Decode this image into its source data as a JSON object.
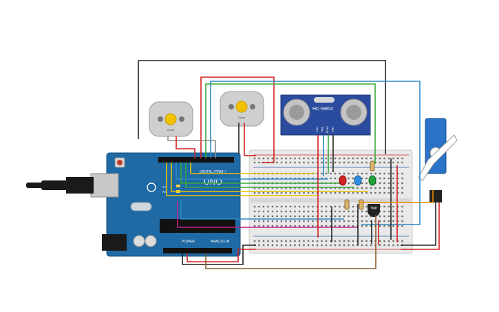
{
  "arduino": {
    "brand": "UNO",
    "digital_label": "DIGITAL (PWM~)",
    "power_label": "POWER",
    "analog_label": "ANALOG IN",
    "tx_label": "TX",
    "rx_label": "RX",
    "board_color": "#1f6aa5"
  },
  "motors": {
    "left_speed": "0 rpm",
    "right_speed": "0 rpm"
  },
  "ultrasonic": {
    "model": "HC-SR04",
    "pins": [
      "VCC",
      "TRIG",
      "ECHO",
      "GND"
    ],
    "body_color": "#2b4c9e"
  },
  "sensor": {
    "label": "TMP"
  },
  "leds": [
    {
      "color": "#d32020"
    },
    {
      "color": "#2f8fe0"
    },
    {
      "color": "#1fa23a"
    }
  ],
  "wire_colors": {
    "red": "#d32020",
    "black": "#222222",
    "green": "#3aa83a",
    "blue": "#2a8ac7",
    "yellow": "#e6c200",
    "orange": "#e88a00",
    "magenta": "#c0238e",
    "brown": "#8a5a2e",
    "gray": "#8a8a8a"
  }
}
